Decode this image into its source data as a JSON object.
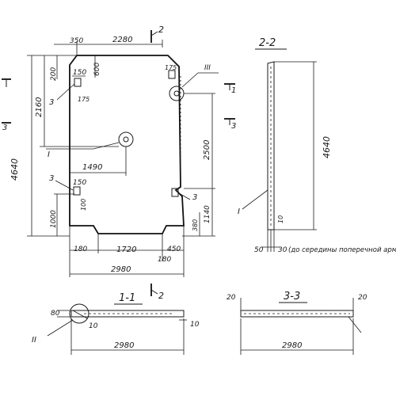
{
  "drawing": {
    "section_2_2": {
      "title": "2-2",
      "height": "4640",
      "base_left": "50",
      "base_right": "30",
      "note": "(до середины поперечной арматуры)",
      "small_dim": "10",
      "marker": "I"
    },
    "section_1_1": {
      "title": "1-1",
      "cut": "2",
      "left_dim": "80",
      "tip_dim": "10",
      "right_dim": "10",
      "width": "2980",
      "marker": "II"
    },
    "section_3_3": {
      "title": "3-3",
      "left_dim": "20",
      "right_dim": "20",
      "width": "2980"
    },
    "plan": {
      "top_left": "350",
      "top_width": "2280",
      "cut_top": "2",
      "cut_bottom": "2",
      "dim_200": "200",
      "dim_150_top": "150",
      "dim_600": "600",
      "dim_175_top": "175",
      "dim_175_left": "175",
      "dim_2160": "2160",
      "dim_4640": "4640",
      "dim_2500": "2500",
      "dim_1490": "1490",
      "dim_150_low": "150",
      "dim_100": "100",
      "dim_1000": "1000",
      "dim_1140": "1140",
      "dim_380": "380",
      "dim_180_left": "180",
      "dim_1720": "1720",
      "dim_450": "450",
      "dim_180_right": "180",
      "dim_2980": "2980",
      "label_3_upper": "3",
      "label_3_lower": "3",
      "label_3_right": "3",
      "cut_1": "1",
      "cut_3_left": "3",
      "cut_3_right": "3",
      "marker_I": "I",
      "marker_III": "III"
    }
  }
}
